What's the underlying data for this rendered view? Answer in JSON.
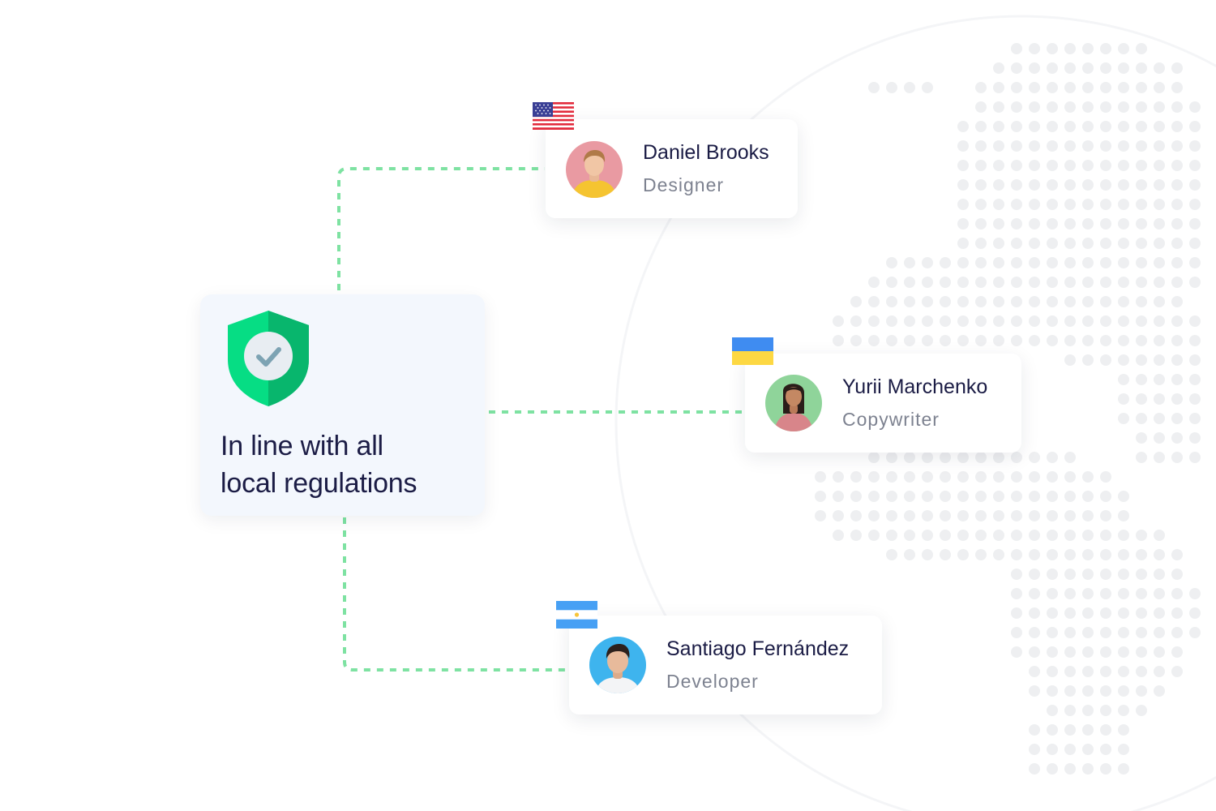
{
  "compliance": {
    "line1": "In line with all",
    "line2": "local regulations"
  },
  "people": [
    {
      "name": "Daniel Brooks",
      "role": "Designer",
      "flag": "us-flag-icon"
    },
    {
      "name": "Yurii Marchenko",
      "role": "Copywriter",
      "flag": "ukraine-flag-icon"
    },
    {
      "name": "Santiago Fernández",
      "role": "Developer",
      "flag": "argentina-flag-icon"
    }
  ],
  "colors": {
    "connector": "#7ee2a2",
    "shield_light": "#06dd84",
    "shield_dark": "#08b66d",
    "heading": "#1b1c45",
    "muted": "#7d8290",
    "card_bg": "#f3f7fd",
    "globe_dots": "#eeeff1"
  }
}
